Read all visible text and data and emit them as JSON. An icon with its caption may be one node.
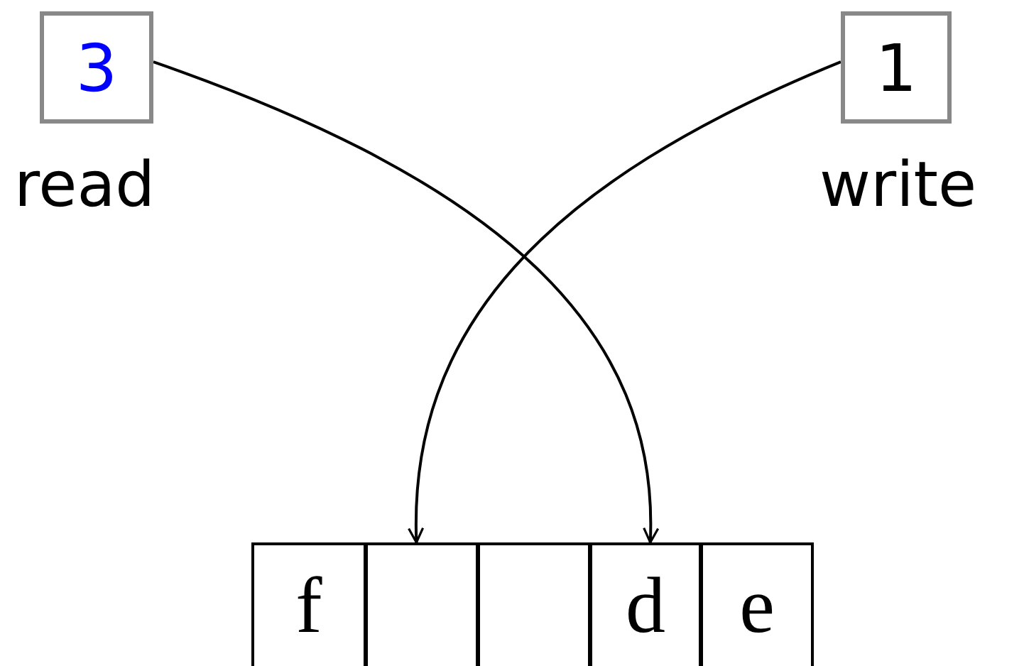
{
  "diagram": {
    "nodes": [
      {
        "text": [
          "3"
        ],
        "beside": [
          "read"
        ]
      },
      {
        "text": [
          "1"
        ],
        "beside": [
          "write"
        ]
      },
      {
        "text": [
          "f"
        ]
      },
      {
        "text": [],
        "shape": "box"
      },
      {
        "text": [],
        "shape": "box"
      },
      {
        "text": [
          "d"
        ]
      },
      {
        "text": [
          "e"
        ]
      }
    ],
    "edges": [
      {
        "from": 0,
        "to": 5,
        "arrow": "to"
      },
      {
        "from": 1,
        "to": 3,
        "arrow": "to"
      }
    ]
  }
}
